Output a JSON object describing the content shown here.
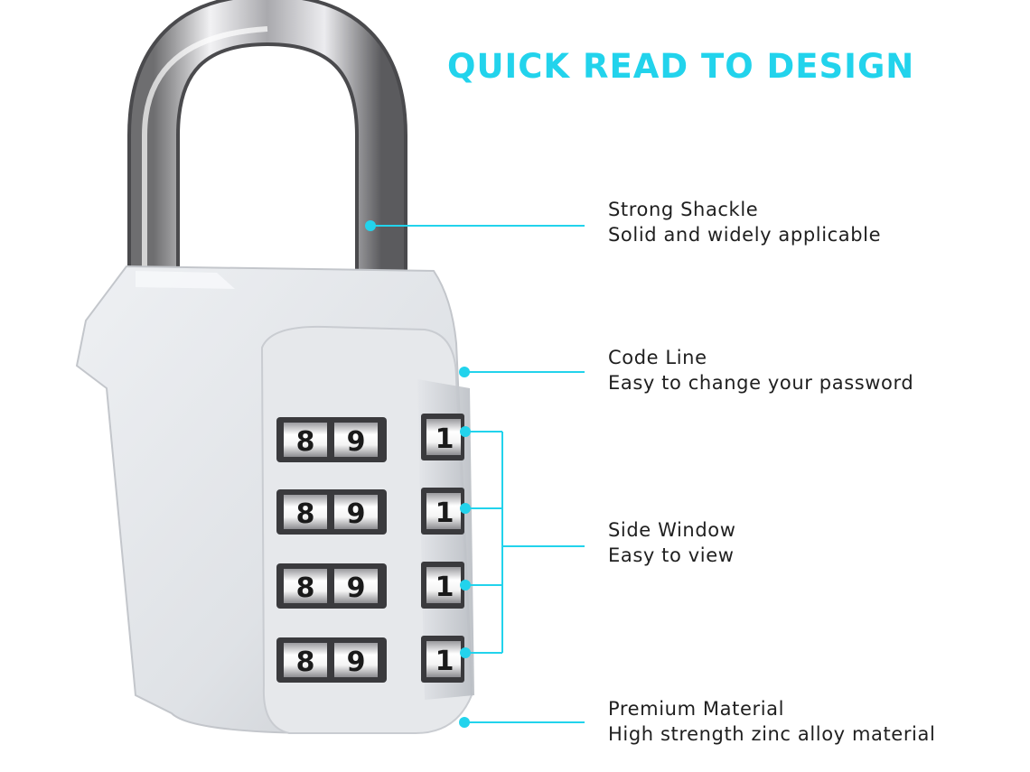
{
  "headline": "QUICK READ TO DESIGN",
  "accent_color": "#22d3ec",
  "features": [
    {
      "title": "Strong Shackle",
      "desc": "Solid and widely applicable"
    },
    {
      "title": "Code Line",
      "desc": "Easy to change your password"
    },
    {
      "title": "Side Window",
      "desc": "Easy to view"
    },
    {
      "title": "Premium Material",
      "desc": "High strength zinc alloy material"
    }
  ],
  "lock": {
    "front_digits": [
      [
        "8",
        "9"
      ],
      [
        "8",
        "9"
      ],
      [
        "8",
        "9"
      ],
      [
        "8",
        "9"
      ]
    ],
    "side_digits": [
      "1",
      "1",
      "1",
      "1"
    ]
  }
}
